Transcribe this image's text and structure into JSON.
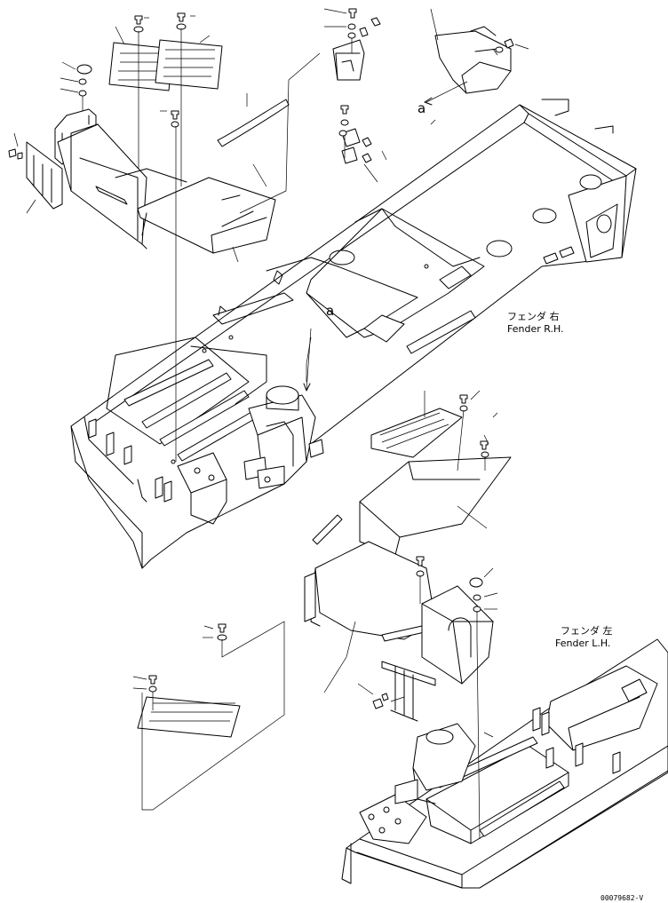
{
  "labels": {
    "fender_rh_jp": "フェンダ 右",
    "fender_rh_en": "Fender R.H.",
    "fender_lh_jp": "フェンダ 左",
    "fender_lh_en": "Fender L.H.",
    "ref_a": "a",
    "drawing_code": "00079682-V"
  }
}
